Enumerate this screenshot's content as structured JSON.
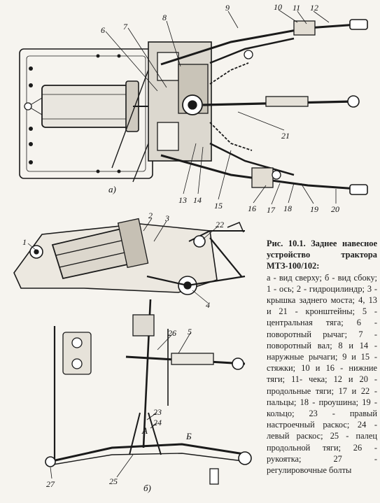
{
  "figure": {
    "view_a_label": "а)",
    "view_b_label": "б)",
    "point_labels": {
      "A": "А",
      "B": "Б"
    },
    "callouts": {
      "n1": "1",
      "n2": "2",
      "n3": "3",
      "n4": "4",
      "n5": "5",
      "n6": "6",
      "n7": "7",
      "n8": "8",
      "n9": "9",
      "n10": "10",
      "n11": "11",
      "n12": "12",
      "n13": "13",
      "n14": "14",
      "n15": "15",
      "n16": "16",
      "n17": "17",
      "n18": "18",
      "n19": "19",
      "n20": "20",
      "n21": "21",
      "n22": "22",
      "n23": "23",
      "n24": "24",
      "n25": "25",
      "n26": "26",
      "n27": "27"
    }
  },
  "caption": {
    "title": "Рис. 10.1. Заднее навесное устройство трактора МТЗ-100/102:",
    "body": "а - вид сверху; б - вид сбоку; 1 - ось; 2 - гидроцилиндр; 3 - крышка заднего моста; 4, 13 и 21 - кронштейны; 5 - центральная тяга; 6 - поворотный рычаг; 7 - поворотный вал; 8 и 14 - наружные рычаги; 9 и 15 - стяжки; 10 и 16 - нижние тяги; 11- чека; 12 и 20 - продольные тяги; 17 и 22 - пальцы; 18 - проушина; 19 - кольцо; 23 - правый настроечный раскос; 24 - левый раскос; 25 - палец продольной тяги; 26 - рукоятка; 27 - регулировочные болты"
  }
}
